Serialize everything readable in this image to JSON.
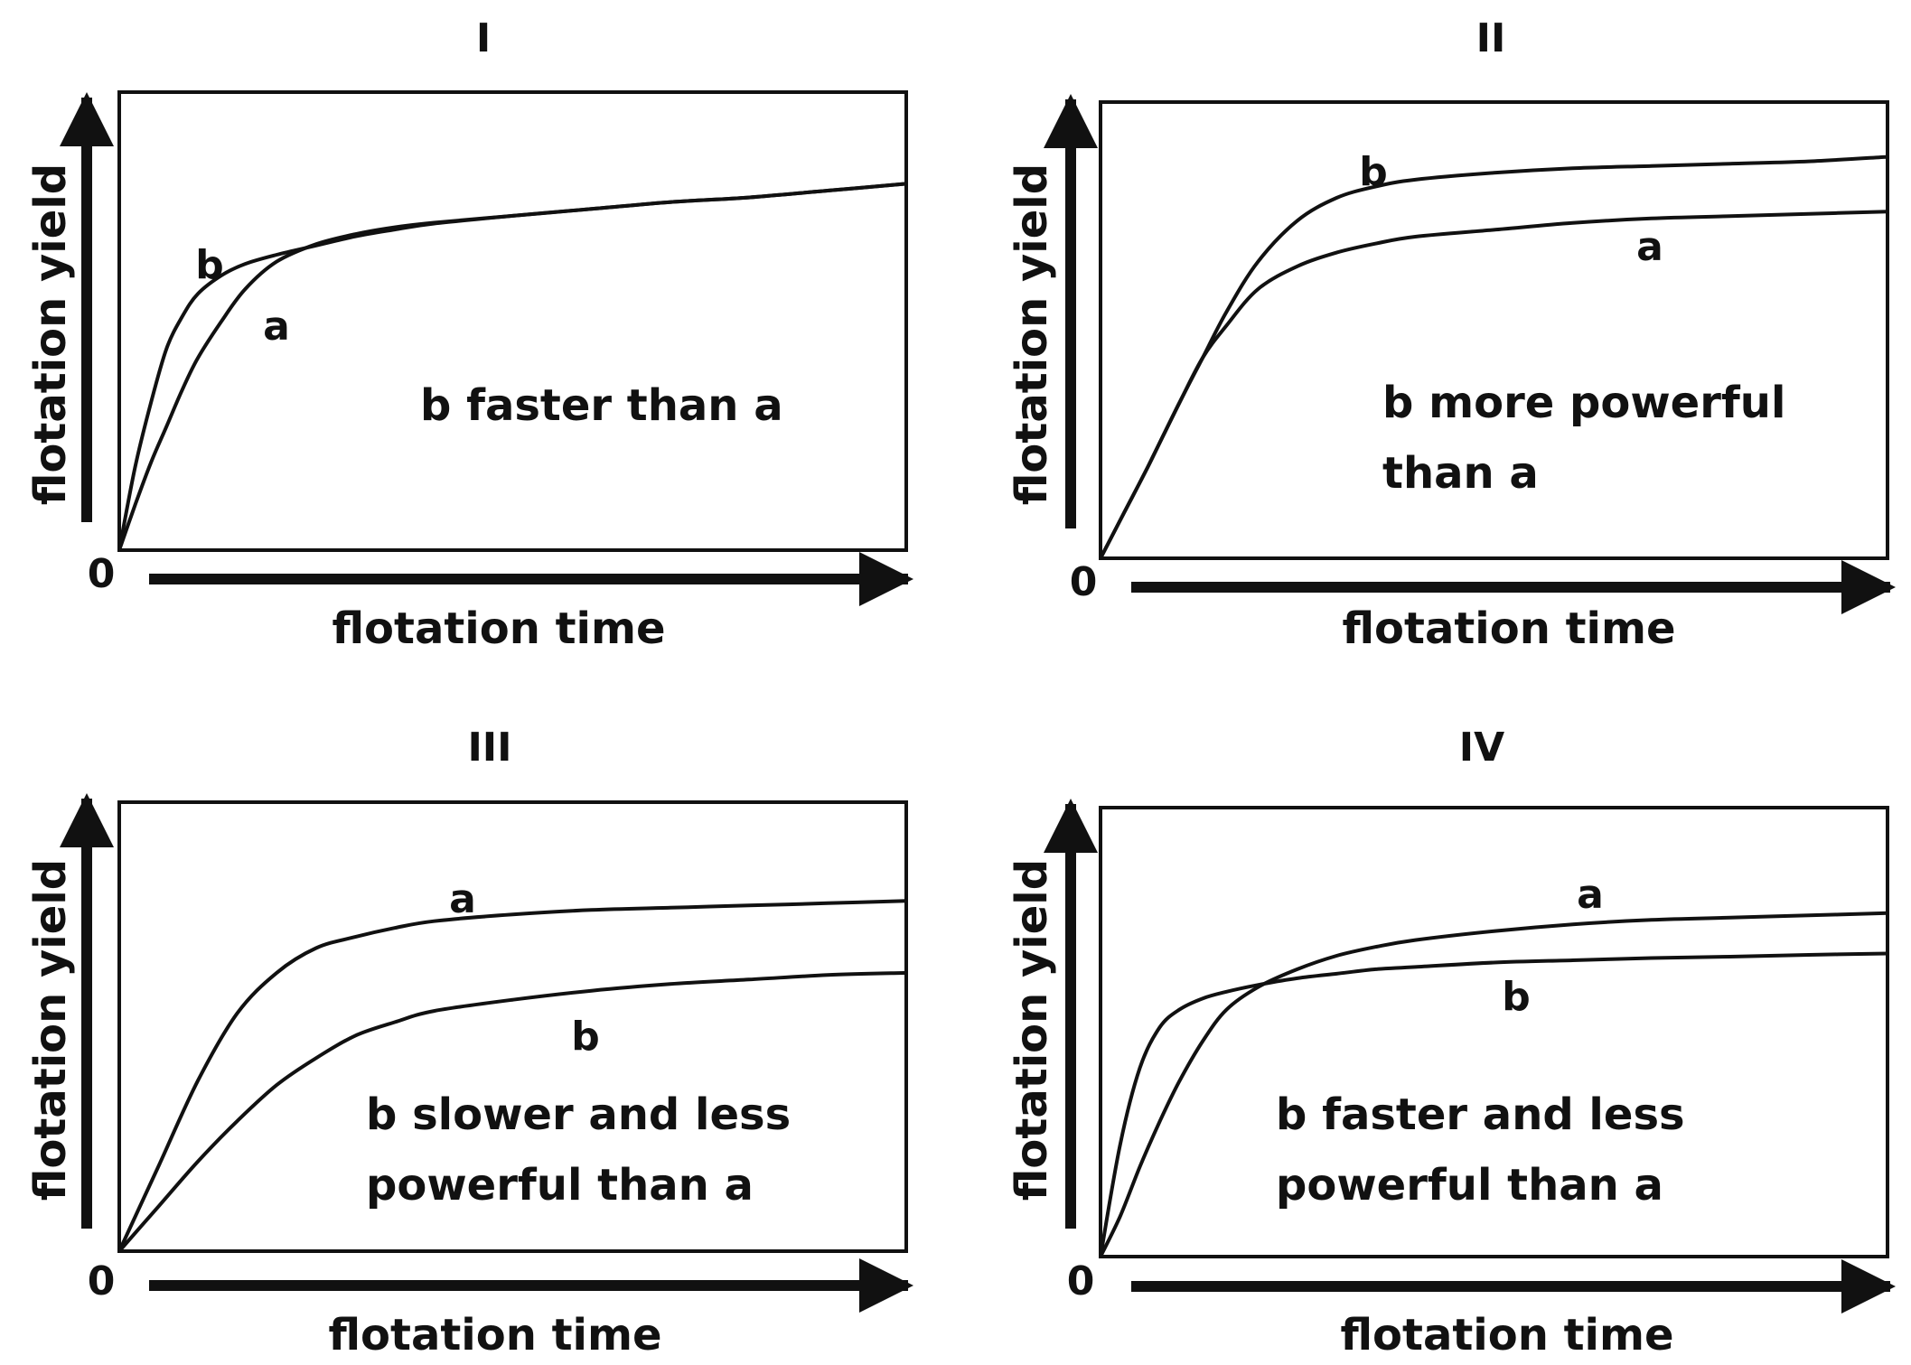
{
  "chart_data": [
    {
      "type": "line",
      "title": "I",
      "xlabel": "flotation time",
      "ylabel": "flotation yield",
      "origin_label": "0",
      "annotation": [
        "b faster than a"
      ],
      "xlim": [
        0,
        10
      ],
      "ylim": [
        0,
        1
      ],
      "series": [
        {
          "name": "a",
          "x": [
            0,
            0.2,
            0.4,
            0.6,
            0.8,
            1,
            1.3,
            1.6,
            2,
            2.5,
            3,
            3.5,
            4,
            5,
            6,
            7,
            8,
            9,
            10
          ],
          "y": [
            0,
            0.098,
            0.19,
            0.27,
            0.35,
            0.42,
            0.5,
            0.57,
            0.63,
            0.668,
            0.69,
            0.705,
            0.715,
            0.73,
            0.745,
            0.76,
            0.77,
            0.785,
            0.8
          ]
        },
        {
          "name": "b",
          "x": [
            0,
            0.2,
            0.4,
            0.6,
            0.8,
            1,
            1.3,
            1.6,
            2,
            2.5,
            3,
            3.5,
            4,
            5,
            6,
            7,
            8,
            9,
            10
          ],
          "y": [
            0,
            0.18,
            0.32,
            0.44,
            0.51,
            0.56,
            0.6,
            0.625,
            0.645,
            0.665,
            0.685,
            0.7,
            0.713,
            0.73,
            0.745,
            0.76,
            0.77,
            0.785,
            0.8
          ]
        }
      ]
    },
    {
      "type": "line",
      "title": "II",
      "xlabel": "flotation time",
      "ylabel": "flotation yield",
      "origin_label": "0",
      "annotation": [
        "b more powerful",
        "than a"
      ],
      "xlim": [
        0,
        10
      ],
      "ylim": [
        0,
        1
      ],
      "series": [
        {
          "name": "a",
          "x": [
            0,
            0.3,
            0.6,
            1,
            1.3,
            1.6,
            2,
            2.5,
            3,
            3.5,
            4,
            5,
            6,
            7,
            8,
            9,
            10
          ],
          "y": [
            0,
            0.1,
            0.2,
            0.34,
            0.44,
            0.51,
            0.59,
            0.64,
            0.67,
            0.69,
            0.705,
            0.72,
            0.735,
            0.745,
            0.75,
            0.755,
            0.76
          ]
        },
        {
          "name": "b",
          "x": [
            0,
            0.3,
            0.6,
            1,
            1.3,
            1.6,
            2,
            2.5,
            3,
            3.5,
            4,
            5,
            6,
            7,
            8,
            9,
            10
          ],
          "y": [
            0,
            0.1,
            0.2,
            0.34,
            0.44,
            0.54,
            0.65,
            0.74,
            0.79,
            0.815,
            0.83,
            0.845,
            0.855,
            0.86,
            0.865,
            0.87,
            0.88
          ]
        }
      ]
    },
    {
      "type": "line",
      "title": "III",
      "xlabel": "flotation time",
      "ylabel": "flotation yield",
      "origin_label": "0",
      "annotation": [
        "b slower and less",
        "powerful than a"
      ],
      "xlim": [
        0,
        10
      ],
      "ylim": [
        0,
        1
      ],
      "series": [
        {
          "name": "a",
          "x": [
            0,
            0.5,
            1,
            1.5,
            2,
            2.5,
            3,
            3.5,
            4,
            5,
            6,
            7,
            8,
            9,
            10
          ],
          "y": [
            0,
            0.19,
            0.38,
            0.53,
            0.62,
            0.675,
            0.7,
            0.72,
            0.735,
            0.75,
            0.76,
            0.765,
            0.77,
            0.775,
            0.78
          ]
        },
        {
          "name": "b",
          "x": [
            0,
            0.5,
            1,
            1.5,
            2,
            2.5,
            3,
            3.5,
            4,
            5,
            6,
            7,
            8,
            9,
            10
          ],
          "y": [
            0,
            0.1,
            0.2,
            0.29,
            0.37,
            0.43,
            0.48,
            0.51,
            0.535,
            0.56,
            0.58,
            0.595,
            0.605,
            0.615,
            0.62
          ]
        }
      ]
    },
    {
      "type": "line",
      "title": "IV",
      "xlabel": "flotation time",
      "ylabel": "flotation yield",
      "origin_label": "0",
      "annotation": [
        "b faster and less",
        "powerful than a"
      ],
      "xlim": [
        0,
        10
      ],
      "ylim": [
        0,
        1
      ],
      "series": [
        {
          "name": "a",
          "x": [
            0,
            0.25,
            0.5,
            0.75,
            1,
            1.3,
            1.6,
            2,
            2.5,
            3,
            3.5,
            4,
            5,
            6,
            7,
            8,
            9,
            10
          ],
          "y": [
            0,
            0.09,
            0.2,
            0.3,
            0.39,
            0.48,
            0.55,
            0.6,
            0.64,
            0.67,
            0.69,
            0.705,
            0.725,
            0.74,
            0.75,
            0.755,
            0.76,
            0.765
          ]
        },
        {
          "name": "b",
          "x": [
            0,
            0.25,
            0.5,
            0.75,
            1,
            1.3,
            1.6,
            2,
            2.5,
            3,
            3.5,
            4,
            5,
            6,
            7,
            8,
            9,
            10
          ],
          "y": [
            0,
            0.25,
            0.42,
            0.51,
            0.55,
            0.575,
            0.59,
            0.605,
            0.62,
            0.63,
            0.64,
            0.645,
            0.655,
            0.66,
            0.665,
            0.668,
            0.672,
            0.675
          ]
        }
      ]
    }
  ]
}
